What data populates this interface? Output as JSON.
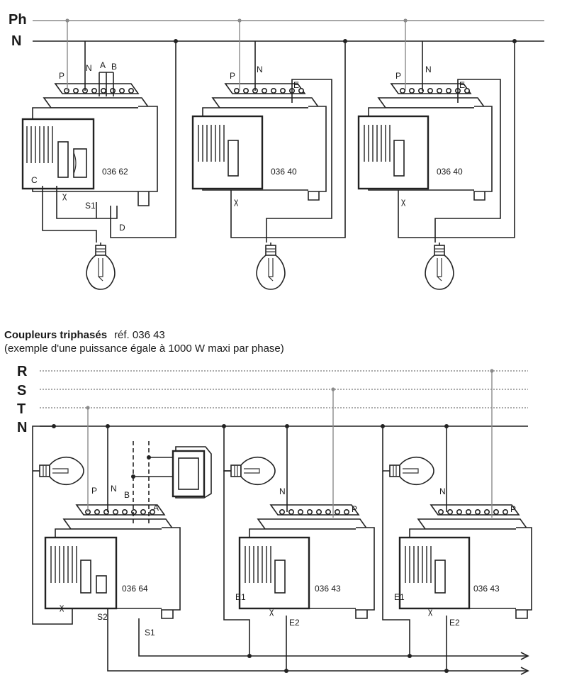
{
  "top_section": {
    "bus_labels": {
      "ph": "Ph",
      "n": "N"
    },
    "devices": [
      {
        "ref": "036 62",
        "terminals": [
          "P",
          "N",
          "A",
          "B"
        ],
        "side_labels": [
          "C",
          "S1",
          "D"
        ]
      },
      {
        "ref": "036 40",
        "terminals": [
          "P",
          "N",
          "E"
        ]
      },
      {
        "ref": "036 40",
        "terminals": [
          "P",
          "N",
          "E"
        ]
      }
    ]
  },
  "caption": {
    "title": "Coupleurs triphasés",
    "ref_text": "réf. 036 43",
    "subtitle": "(exemple d'une puissance égale à 1000 W maxi par phase)"
  },
  "bottom_section": {
    "bus_labels": {
      "r": "R",
      "s": "S",
      "t": "T",
      "n": "N"
    },
    "devices": [
      {
        "ref": "036 64",
        "terminals": [
          "P",
          "N",
          "B",
          "A"
        ],
        "side_labels": [
          "S2",
          "S1"
        ]
      },
      {
        "ref": "036 43",
        "terminals": [
          "N",
          "P"
        ],
        "side_labels": [
          "E1",
          "E2"
        ]
      },
      {
        "ref": "036 43",
        "terminals": [
          "N",
          "P"
        ],
        "side_labels": [
          "E1",
          "E2"
        ]
      }
    ]
  },
  "symbols": {
    "delay": "χ"
  }
}
